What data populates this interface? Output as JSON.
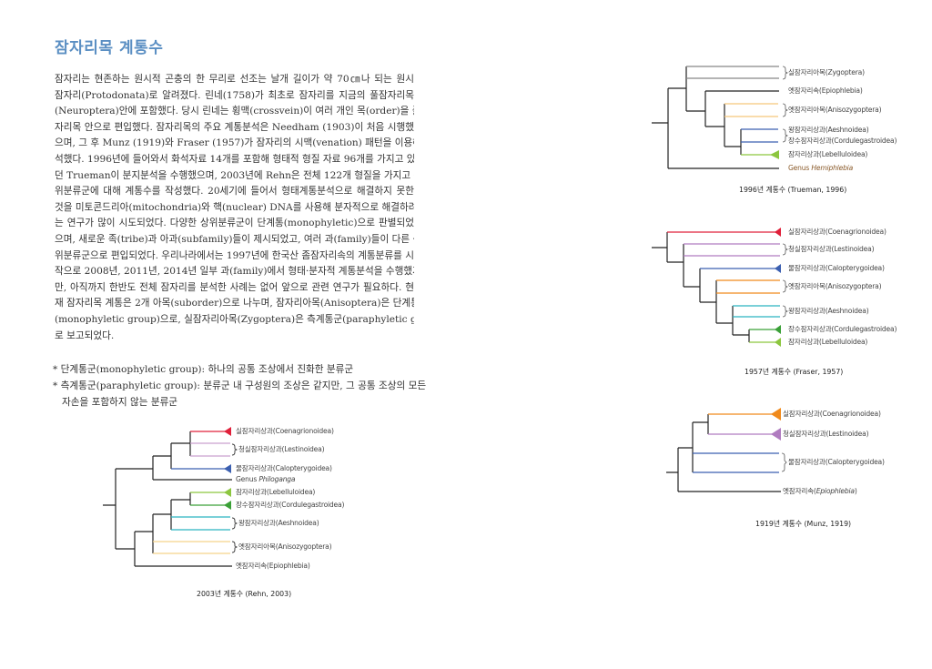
{
  "title": "잠자리목 계통수",
  "body_lines": [
    "잠자리는 현존하는 원시적 곤충의 한 무리로 선조는 날개 길이가 약 70㎝나 되는 원시",
    "잠자리(Protodonata)로 알려졌다. 린네(1758)가 최초로 잠자리를 지금의 풀잠자리목",
    "(Neuroptera)안에 포함했다. 당시 린네는 횡맥(crossvein)이 여러 개인 목(order)을 풀잠",
    "자리목 안으로 편입했다. 잠자리목의 주요 계통분석은 Needham (1903)이 처음 시행했",
    "으며, 그 후 Munz (1919)와 Fraser (1957)가 잠자리의 시맥(venation) 패턴을 이용해 분",
    "석했다. 1996년에 들어와서 화석자료 14개를 포함해 형태적 형질 자료 96개를 가지고 있",
    "던 Trueman이 분지분석을 수행했으며, 2003년에 Rehn은 전체 122개 형질을 가지고 상",
    "위분류군에 대해 계통수를 작성했다. 20세기에 들어서 형태계통분석으로 해결하지 못한",
    "것을 미토콘드리아(mitochondria)와 핵(nuclear) DNA를 사용해 분자적으로 해결하려",
    "는 연구가 많이 시도되었다. 다양한 상위분류군이 단계통(monophyletic)으로 판별되었",
    "으며, 새로운 족(tribe)과 아과(subfamily)들이 제시되었고, 여러 과(family)들이 다른 상",
    "위분류군으로 편입되었다. 우리나라에서는 1997년에 한국산 좀잠자리속의 계통분류를 시",
    "작으로 2008년, 2011년, 2014년 일부 과(family)에서 형태·분자적 계통분석을 수행했지",
    "만, 아직까지 한반도 전체 잠자리를 분석한 사례는 없어 앞으로 관련 연구가 필요하다. 현",
    "재 잠자리목 계통은 2개 아목(suborder)으로 나누며, 잠자리아목(Anisoptera)은 단계통군",
    "(monophyletic group)으로, 실잠자리아목(Zygoptera)은 측계통군(paraphyletic group)으",
    "로 보고되었다."
  ],
  "notes": [
    "* 단계통군(monophyletic group): 하나의 공통 조상에서 진화한 분류군",
    "* 측계통군(paraphyletic group): 분류군 내 구성원의 조상은 같지만, 그 공통 조상의 모든",
    "자손을 포함하지 않는 분류군"
  ],
  "trees": {
    "trueman": {
      "caption": "1996년 계통수 (Trueman, 1996)",
      "labels": [
        "실잠자리아목(Zygoptera)",
        "옛잠자리속(Epiophlebia)",
        "옛잠자리아목(Anisozygoptera)",
        "왕잠자리상과(Aeshnoidea)",
        "장수잠자리상과(Cordulegastroidea)",
        "잠자리상과(Lebelluloidea)"
      ],
      "genus_prefix": "Genus",
      "genus_name": "Hemiphlebia"
    },
    "fraser": {
      "caption": "1957년 계통수 (Fraser, 1957)",
      "labels": [
        "실잠자리상과(Coenagrionoidea)",
        "청실잠자리상과(Lestinoidea)",
        "물잠자리상과(Calopterygoidea)",
        "옛잠자리아목(Anisozygoptera)",
        "왕잠자리상과(Aeshnoidea)",
        "장수잠자리상과(Cordulegastroidea)",
        "잠자리상과(Lebelluloidea)"
      ]
    },
    "munz": {
      "caption": "1919년 계통수 (Munz, 1919)",
      "labels": [
        "실잠자리상과(Coenagrionoidea)",
        "청실잠자리상과(Lestinoidea)",
        "물잠자리상과(Calopterygoidea)"
      ],
      "epio_prefix": "옛잠자리속(",
      "epio_name": "Epiophlebia",
      "epio_suffix": ")"
    },
    "rehn": {
      "caption": "2003년 계통수 (Rehn, 2003)",
      "labels": [
        "실잠자리상과(Coenagrionoidea)",
        "청실잠자리상과(Lestinoidea)",
        "물잠자리상과(Calopterygoidea)",
        "잠자리상과(Lebelluloidea)",
        "장수잠자리상과(Cordulegastroidea)",
        "왕잠자리상과(Aeshnoidea)",
        "옛잠자리아목(Anisozygoptera)",
        "옛잠자리속(Epiophlebia)"
      ],
      "genus_prefix": "Genus",
      "genus_name": "Philoganga"
    }
  },
  "colors": {
    "title": "#5b8fc3",
    "coenagrionoidea": "#e0203a",
    "lestinoidea": "#b07cc0",
    "calopterygoidea": "#3b5fb0",
    "anisozygoptera": "#f08a1c",
    "aeshnoidea": "#2bb3c0",
    "cordulegastroidea": "#3aa037",
    "lebelluloidea": "#8cc63f"
  }
}
